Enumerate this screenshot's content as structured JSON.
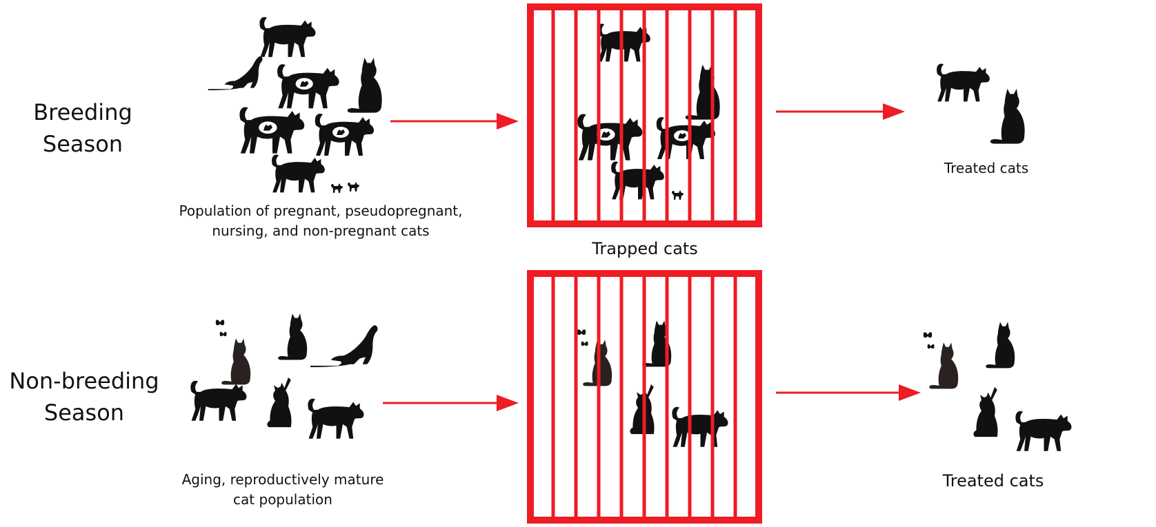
{
  "rows": [
    {
      "season_line1": "Breeding",
      "season_line2": "Season",
      "population_caption_line1": "Population of pregnant, pseudopregnant,",
      "population_caption_line2": "nursing, and non-pregnant cats",
      "trap_caption": "Trapped cats",
      "treated_caption": "Treated cats"
    },
    {
      "season_line1": "Non-breeding",
      "season_line2": "Season",
      "population_caption_line1": "Aging, reproductively mature",
      "population_caption_line2": "cat population",
      "trap_caption": "",
      "treated_caption": "Treated cats"
    }
  ],
  "colors": {
    "cage": "#ee1c24",
    "arrow": "#ee1c24",
    "cat": "#111111"
  },
  "icons": [
    "walking-cat-icon",
    "sitting-cat-icon",
    "stretching-cat-icon",
    "pregnant-cat-icon",
    "kitten-icon",
    "butterfly-icon",
    "pawing-cat-icon"
  ]
}
